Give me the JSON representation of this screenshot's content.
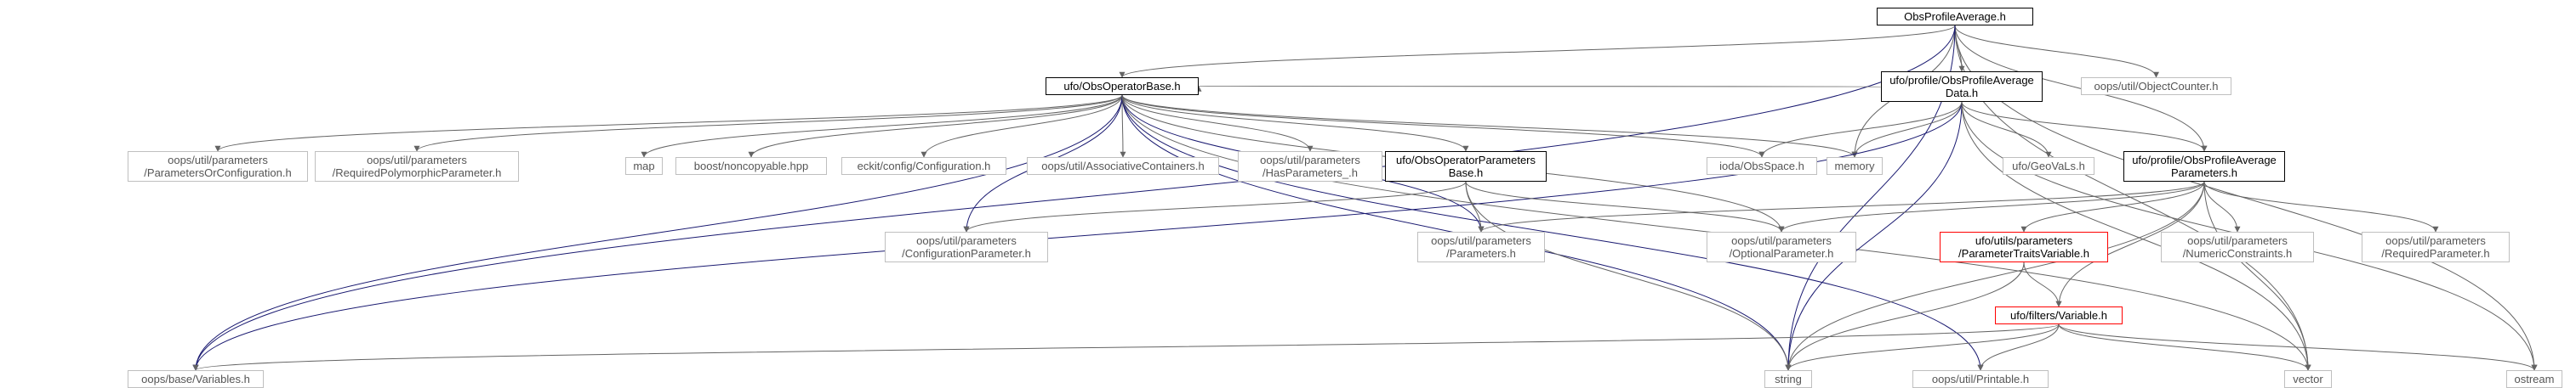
{
  "nodes": {
    "root": [
      "ObsProfileAverage.h"
    ],
    "obsoperatorbase": [
      "ufo/ObsOperatorBase.h"
    ],
    "profiledata": [
      "ufo/profile/ObsProfileAverage",
      "Data.h"
    ],
    "objectcounter": [
      "oops/util/ObjectCounter.h"
    ],
    "paramsorconfig": [
      "oops/util/parameters",
      "/ParametersOrConfiguration.h"
    ],
    "reqpolyparam": [
      "oops/util/parameters",
      "/RequiredPolymorphicParameter.h"
    ],
    "map": [
      "map"
    ],
    "noncopyable": [
      "boost/noncopyable.hpp"
    ],
    "eckitconfig": [
      "eckit/config/Configuration.h"
    ],
    "assoccontainers": [
      "oops/util/AssociativeContainers.h"
    ],
    "hasparameters": [
      "oops/util/parameters",
      "/HasParameters_.h"
    ],
    "obsopparambase": [
      "ufo/ObsOperatorParameters",
      "Base.h"
    ],
    "iodaobsspace": [
      "ioda/ObsSpace.h"
    ],
    "memory": [
      "memory"
    ],
    "geovals": [
      "ufo/GeoVaLs.h"
    ],
    "profileparams": [
      "ufo/profile/ObsProfileAverage",
      "Parameters.h"
    ],
    "configparam": [
      "oops/util/parameters",
      "/ConfigurationParameter.h"
    ],
    "parameters": [
      "oops/util/parameters",
      "/Parameters.h"
    ],
    "optionalparam": [
      "oops/util/parameters",
      "/OptionalParameter.h"
    ],
    "paramtraitsvar": [
      "ufo/utils/parameters",
      "/ParameterTraitsVariable.h"
    ],
    "numericconstraints": [
      "oops/util/parameters",
      "/NumericConstraints.h"
    ],
    "requiredparam": [
      "oops/util/parameters",
      "/RequiredParameter.h"
    ],
    "variableh": [
      "ufo/filters/Variable.h"
    ],
    "variables": [
      "oops/base/Variables.h"
    ],
    "string": [
      "string"
    ],
    "printable": [
      "oops/util/Printable.h"
    ],
    "vector": [
      "vector"
    ],
    "ostream": [
      "ostream"
    ]
  },
  "node_styles": {
    "root": "root",
    "obsoperatorbase": "black",
    "profiledata": "black",
    "obsopparambase": "black",
    "profileparams": "black",
    "paramtraitsvar": "red",
    "variableh": "red"
  },
  "edges": [
    [
      "root",
      "obsoperatorbase"
    ],
    [
      "root",
      "profiledata"
    ],
    [
      "root",
      "objectcounter"
    ],
    [
      "root",
      "profileparams"
    ],
    [
      "root",
      "memory"
    ],
    [
      "root",
      "vector"
    ],
    [
      "root",
      "ostream"
    ],
    [
      "root",
      "variables"
    ],
    [
      "root",
      "string"
    ],
    [
      "obsoperatorbase",
      "paramsorconfig"
    ],
    [
      "obsoperatorbase",
      "reqpolyparam"
    ],
    [
      "obsoperatorbase",
      "map"
    ],
    [
      "obsoperatorbase",
      "noncopyable"
    ],
    [
      "obsoperatorbase",
      "eckitconfig"
    ],
    [
      "obsoperatorbase",
      "assoccontainers"
    ],
    [
      "obsoperatorbase",
      "hasparameters"
    ],
    [
      "obsoperatorbase",
      "obsopparambase"
    ],
    [
      "obsoperatorbase",
      "iodaobsspace"
    ],
    [
      "obsoperatorbase",
      "memory"
    ],
    [
      "obsoperatorbase",
      "string"
    ],
    [
      "obsoperatorbase",
      "variables"
    ],
    [
      "obsoperatorbase",
      "configparam"
    ],
    [
      "obsoperatorbase",
      "parameters"
    ],
    [
      "obsoperatorbase",
      "printable"
    ],
    [
      "obsoperatorbase",
      "vector"
    ],
    [
      "obsoperatorbase",
      "optionalparam"
    ],
    [
      "profiledata",
      "iodaobsspace"
    ],
    [
      "profiledata",
      "memory"
    ],
    [
      "profiledata",
      "geovals"
    ],
    [
      "profiledata",
      "profileparams"
    ],
    [
      "profiledata",
      "variables"
    ],
    [
      "profiledata",
      "string"
    ],
    [
      "profiledata",
      "vector"
    ],
    [
      "profiledata",
      "ostream"
    ],
    [
      "profiledata",
      "obsoperatorbase"
    ],
    [
      "obsopparambase",
      "configparam"
    ],
    [
      "obsopparambase",
      "parameters"
    ],
    [
      "obsopparambase",
      "optionalparam"
    ],
    [
      "obsopparambase",
      "string"
    ],
    [
      "profileparams",
      "parameters"
    ],
    [
      "profileparams",
      "optionalparam"
    ],
    [
      "profileparams",
      "paramtraitsvar"
    ],
    [
      "profileparams",
      "numericconstraints"
    ],
    [
      "profileparams",
      "requiredparam"
    ],
    [
      "profileparams",
      "variableh"
    ],
    [
      "profileparams",
      "string"
    ],
    [
      "profileparams",
      "vector"
    ],
    [
      "paramtraitsvar",
      "variableh"
    ],
    [
      "paramtraitsvar",
      "string"
    ],
    [
      "variableh",
      "variables"
    ],
    [
      "variableh",
      "string"
    ],
    [
      "variableh",
      "printable"
    ],
    [
      "variableh",
      "vector"
    ],
    [
      "variableh",
      "ostream"
    ]
  ]
}
